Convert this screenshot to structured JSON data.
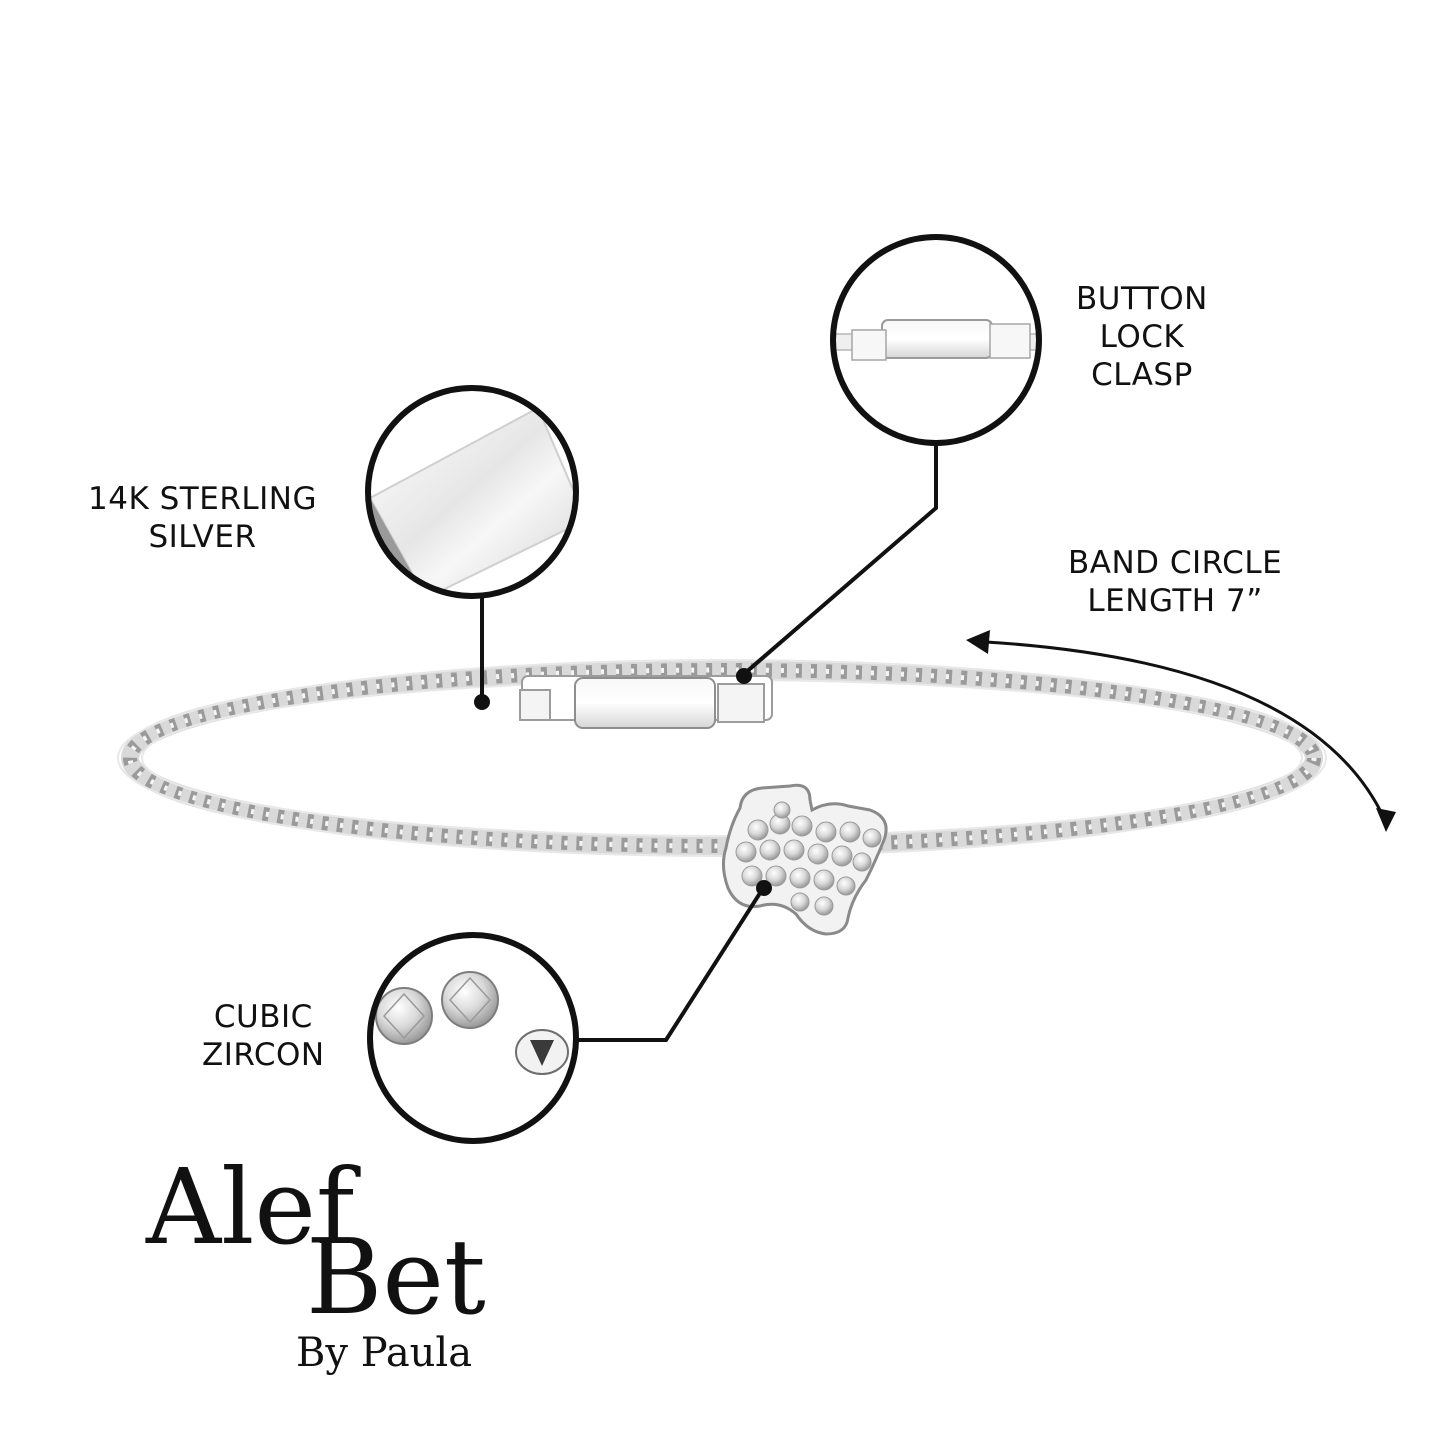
{
  "callouts": {
    "material": {
      "line1": "14K STERLING",
      "line2": "SILVER",
      "icon": "silver-sheet-swatch"
    },
    "clasp": {
      "line1": "BUTTON",
      "line2": "LOCK",
      "line3": "CLASP",
      "icon": "clasp-closeup"
    },
    "stones": {
      "line1": "CUBIC",
      "line2": "ZIRCON",
      "icon": "zircon-gems"
    },
    "length": {
      "line1": "BAND CIRCLE",
      "line2": "LENGTH 7”",
      "icon": "curved-double-arrow"
    }
  },
  "brand": {
    "word1": "Alef",
    "word2": "Bet",
    "byline": "By Paula"
  },
  "product": {
    "charm": "hamsa-hand-charm",
    "band": "twisted-silver-bangle"
  },
  "colors": {
    "ink": "#111111",
    "silver_light": "#f4f4f4",
    "silver_mid": "#cfcfcf",
    "silver_dark": "#8a8a8a",
    "background": "#ffffff"
  }
}
